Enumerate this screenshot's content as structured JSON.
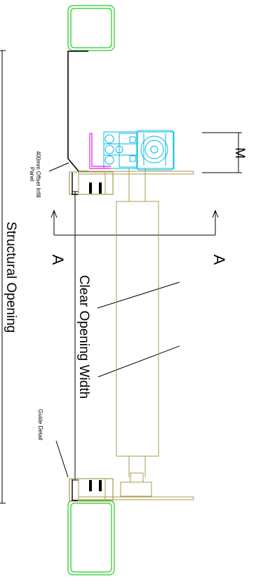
{
  "drawing": {
    "labels": {
      "structural_opening": "Structural Opening",
      "clear_opening_width": "Clear Opening Width",
      "infill_panel": "400mm Offset Infill",
      "infill_panel_2": "Panel",
      "guide_detail": "Guide Detail",
      "motor_dim": "M",
      "section_left": "A",
      "section_right": "A"
    },
    "colors": {
      "column": "#22cc22",
      "guide": "#a89a4a",
      "motor": "#00b8e6",
      "bracket": "#e020e0",
      "line": "#000000"
    }
  }
}
